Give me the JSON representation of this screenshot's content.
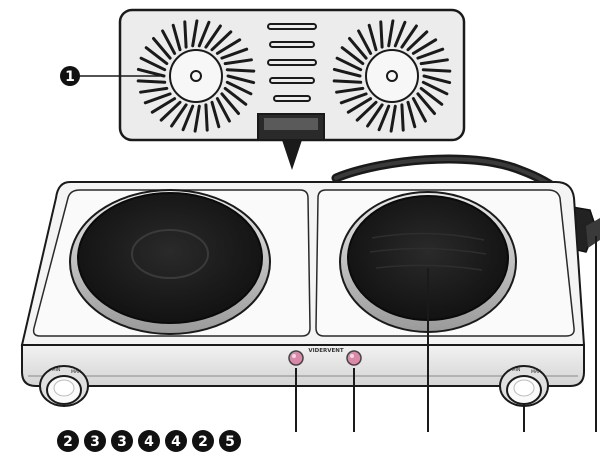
{
  "callouts": {
    "top": "1",
    "bottom": [
      "2",
      "3",
      "3",
      "4",
      "4",
      "2",
      "5"
    ]
  },
  "brand": "VIDERVENT",
  "knob_labels": {
    "left": [
      "MIN",
      "MAX"
    ],
    "right": [
      "MIN",
      "MAX"
    ]
  },
  "colors": {
    "outline": "#1a1a1a",
    "plate": "#1c1c1c",
    "body": "#f4f4f4",
    "indicator": "#d98aa8"
  }
}
